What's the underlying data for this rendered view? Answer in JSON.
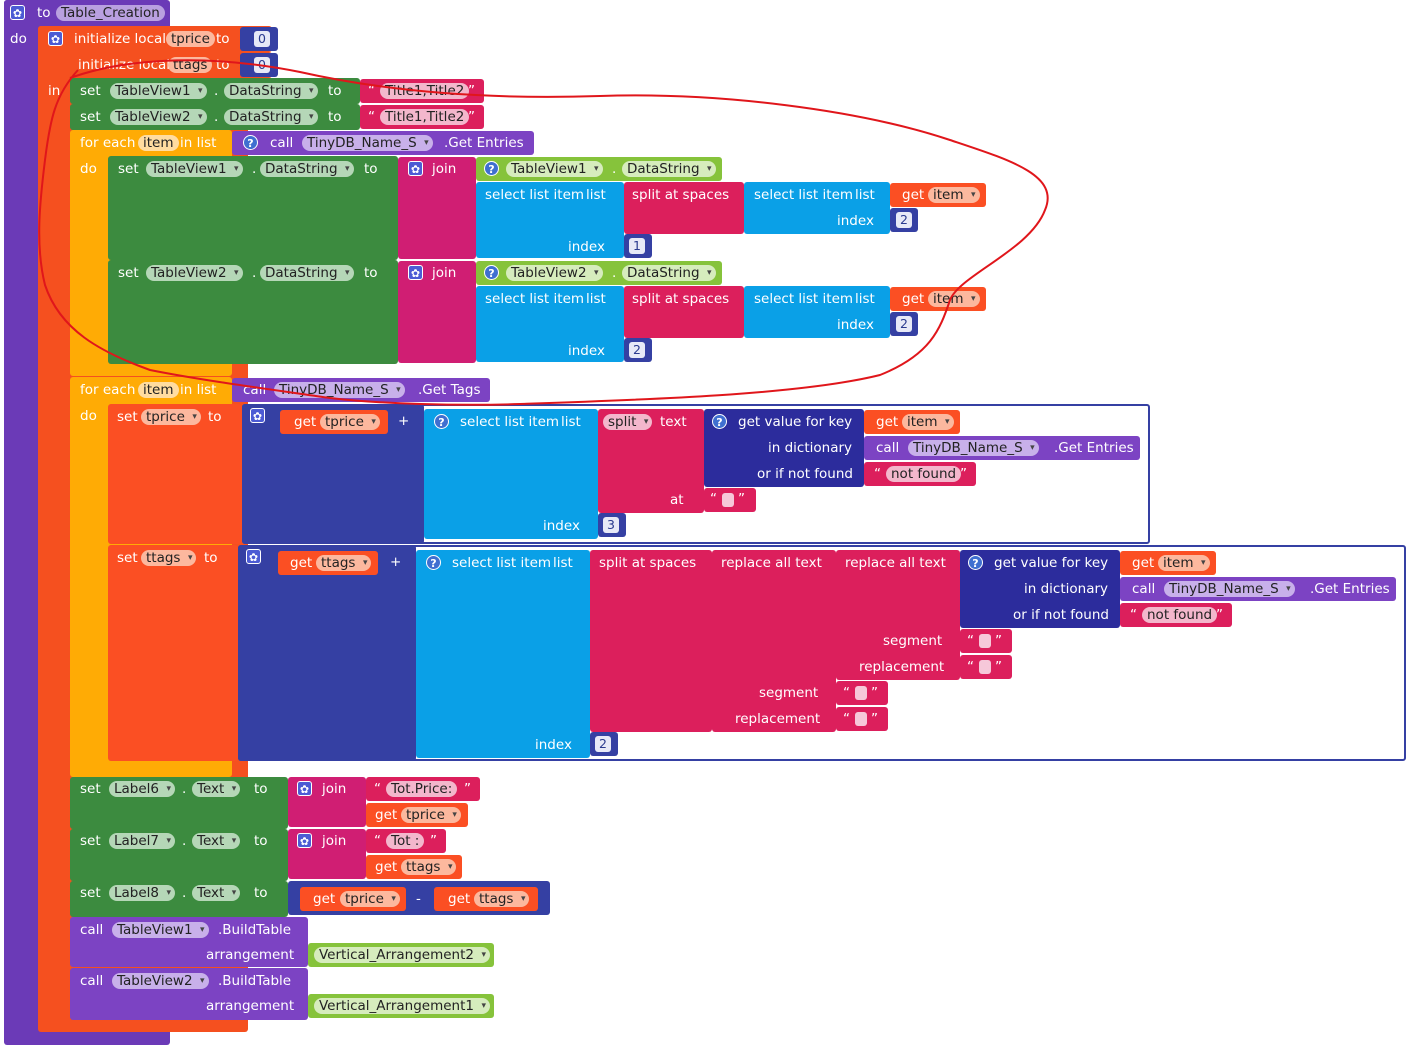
{
  "procedure": {
    "to_label": "to",
    "name": "Table_Creation",
    "do_label": "do"
  },
  "locals": {
    "init_label": "initialize local",
    "to_label": "to",
    "in_label": "in",
    "tprice": "tprice",
    "ttags": "ttags",
    "zero": "0"
  },
  "kw": {
    "set": "set",
    "to": "to",
    "dot": ".",
    "call": "call",
    "get": "get",
    "join": "join",
    "for_each": "for each",
    "in_list": "in list",
    "do": "do",
    "select_list_item": "select list item",
    "list": "list",
    "index": "index",
    "split_at_spaces": "split at spaces",
    "split": "split",
    "text": "text",
    "at": "at",
    "get_value_for_key": "get value for key",
    "in_dictionary": "in dictionary",
    "or_if_not_found": "or if not found",
    "replace_all_text": "replace all text",
    "segment": "segment",
    "replacement": "replacement",
    "plus": "+",
    "minus": "-",
    "arrangement": "arrangement",
    "item": "item",
    "open_quote": "“",
    "close_quote": "”"
  },
  "components": {
    "tableview1": "TableView1",
    "tableview2": "TableView2",
    "datastring": "DataString",
    "tinydb": "TinyDB_Name_S",
    "get_entries": ".Get Entries",
    "get_tags": ".Get Tags",
    "label6": "Label6",
    "label7": "Label7",
    "label8": "Label8",
    "text_prop": "Text",
    "build_table": ".BuildTable",
    "va2": "Vertical_Arrangement2",
    "va1": "Vertical_Arrangement1"
  },
  "strings": {
    "titles": "Title1,Title2",
    "not_found": "not found",
    "tot_price": "Tot.Price:",
    "tot": "Tot :"
  },
  "numbers": {
    "one": "1",
    "two": "2",
    "three": "3"
  },
  "colors": {
    "procedure": "#6b3ab7",
    "local_var": "#fb4f23",
    "set_component": "#3c8b3f",
    "control_loop": "#ffab05",
    "text_block": "#dc1f5c",
    "list_block": "#0aa0e7",
    "math_block": "#3540a3",
    "dictionary_block": "#2c2c9c",
    "annotation": "#e0161b"
  }
}
